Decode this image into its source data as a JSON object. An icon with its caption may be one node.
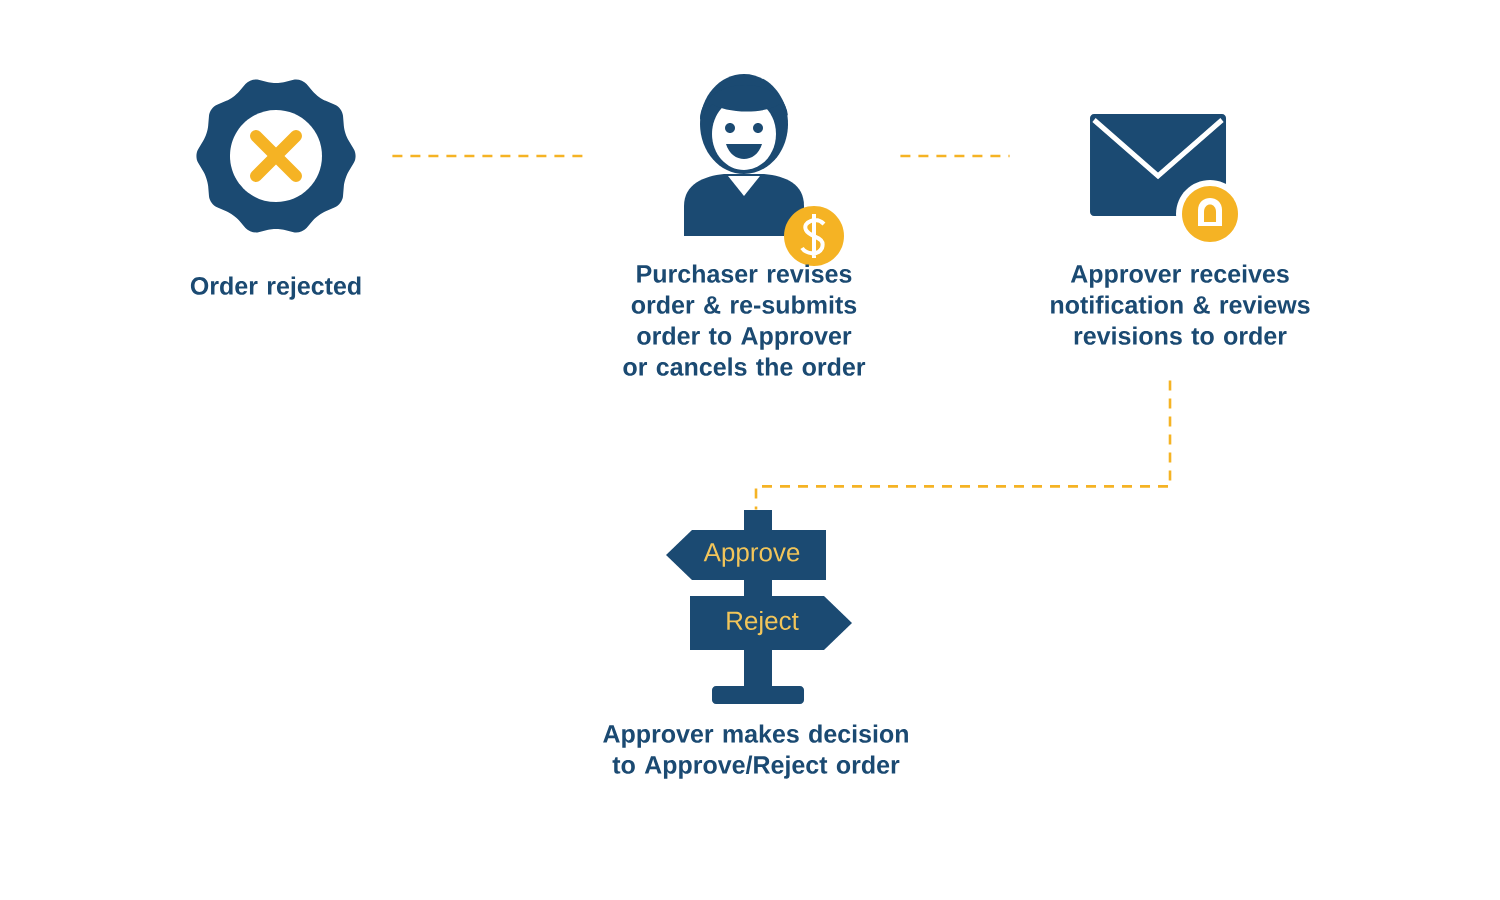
{
  "diagram": {
    "nodes": [
      {
        "text": [
          "Order rejected"
        ]
      },
      {
        "text": [
          "Purchaser revises order & re-submits order to Approver or cancels the order"
        ]
      },
      {
        "text": [
          "Approver receives notification & reviews revisions to order"
        ]
      },
      {
        "text": [
          "Approve",
          "Reject",
          "Approver makes decision to Approve/Reject order"
        ]
      }
    ],
    "edges": [
      {
        "from": 0,
        "to": 1,
        "arrow": "none",
        "style": "dashed"
      },
      {
        "from": 1,
        "to": 2,
        "arrow": "none",
        "style": "dashed"
      },
      {
        "from": 2,
        "to": 3,
        "arrow": "none",
        "style": "dashed"
      }
    ]
  }
}
